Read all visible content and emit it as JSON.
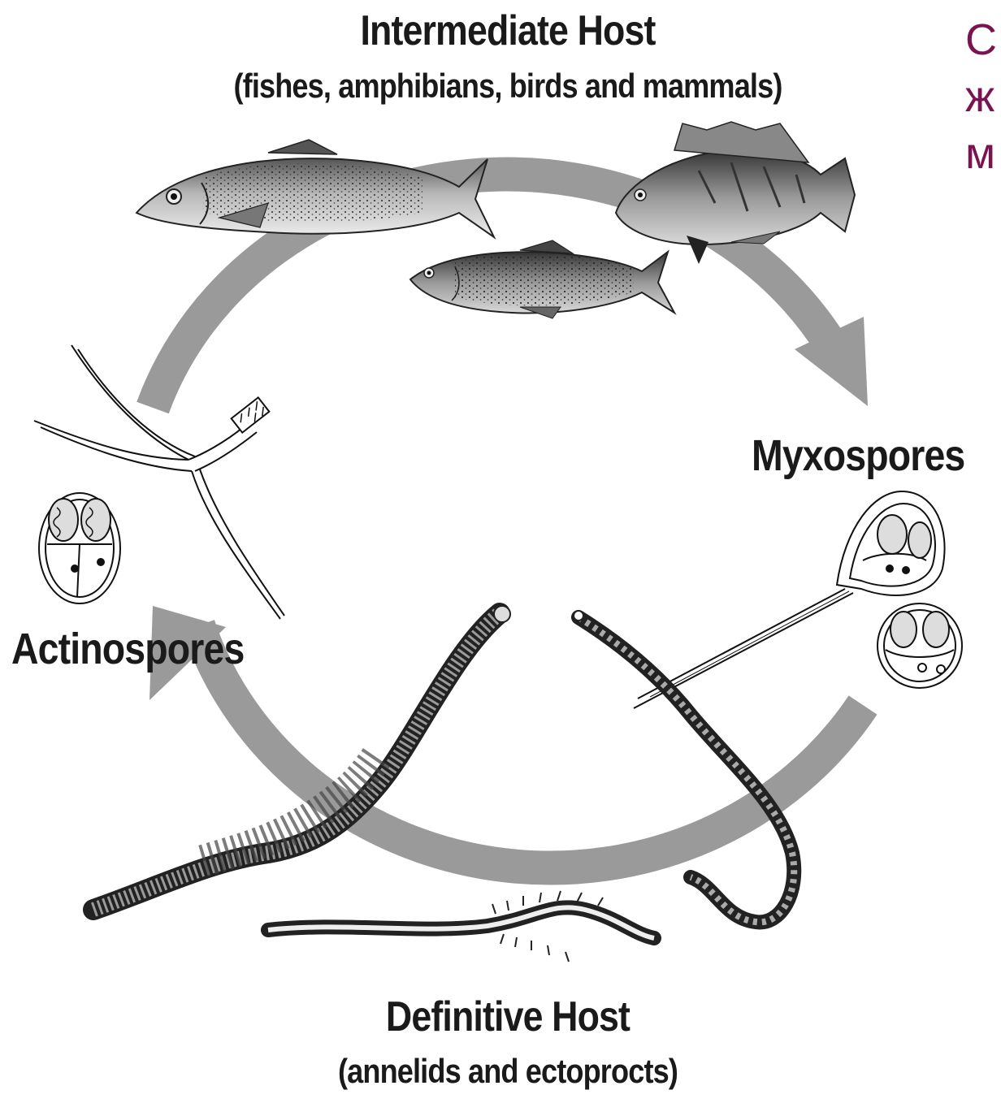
{
  "diagram": {
    "intermediate_host": {
      "title": "Intermediate Host",
      "subtitle": "(fishes, amphibians, birds and mammals)"
    },
    "myxospores_label": "Myxospores",
    "actinospores_label": "Actinospores",
    "definitive_host": {
      "title": "Definitive Host",
      "subtitle": "(annelids and ectoprocts)"
    },
    "side_text_lines": [
      "С",
      "ж",
      "м"
    ],
    "colors": {
      "arrow": "#9a9a9a",
      "label": "#1a1a1a",
      "side_text": "#7a1450",
      "drawing_stroke": "#222222"
    },
    "icons": [
      "salmon-fish-icon",
      "trout-fish-icon",
      "sculpin-fish-icon",
      "myxospore-icon",
      "actinospore-icon",
      "worm-icon",
      "bryozoan-icon"
    ]
  }
}
